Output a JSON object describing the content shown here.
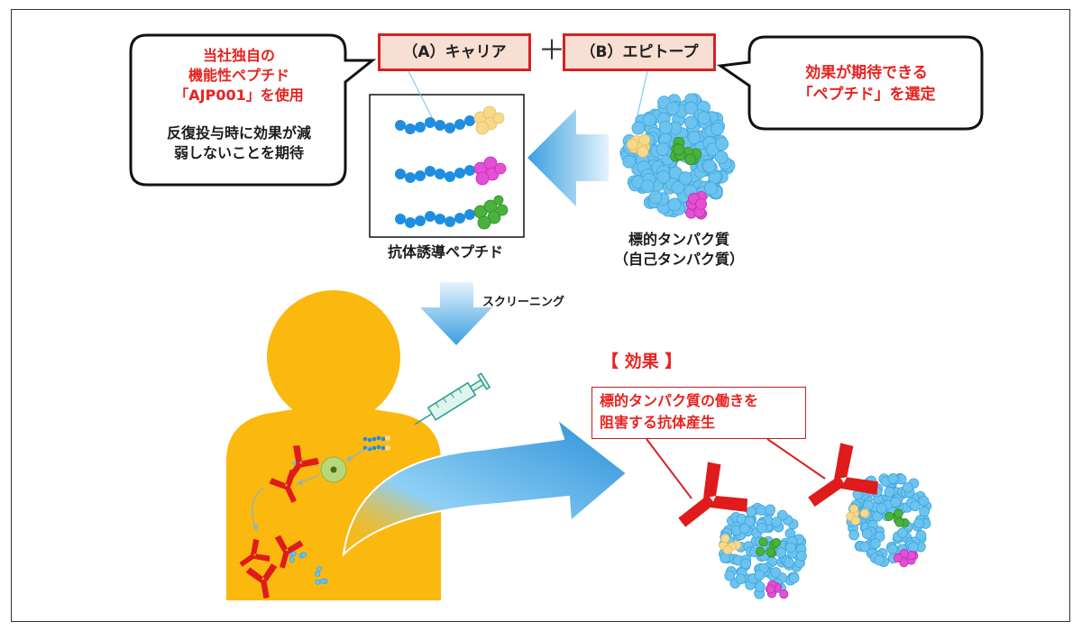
{
  "header": {
    "carrier": "（A）キャリア",
    "plus": "＋",
    "epitope": "（B）エピトープ"
  },
  "left_bubble": {
    "lines_red": [
      "当社独自の",
      "機能性ペプチド",
      "「AJP001」を使用"
    ],
    "lines_dark": [
      "反復投与時に効果が減",
      "弱しないことを期待"
    ]
  },
  "right_bubble": {
    "lines": [
      "効果が期待できる",
      "「ペプチド」を選定"
    ]
  },
  "labels": {
    "peptide": "抗体誘導ペプチド",
    "target_line1": "標的タンパク質",
    "target_line2": "（自己タンパク質）",
    "screening": "スクリーニング"
  },
  "effect": {
    "title": "【 効果 】",
    "box_lines": [
      "標的タンパク質の働きを",
      "阻害する抗体産生"
    ]
  },
  "colors": {
    "accent_red": "#e8231f",
    "header_fill": "#f8dfd4",
    "body_yellow": "#fbb80f",
    "arrow_blue": "#3a9fe0",
    "protein_blue": "#6dc3ef",
    "epitope_yellow": "#f7d98c",
    "epitope_green": "#49b23c",
    "epitope_magenta": "#e44fd3",
    "antibody_red": "#e01b1b"
  }
}
